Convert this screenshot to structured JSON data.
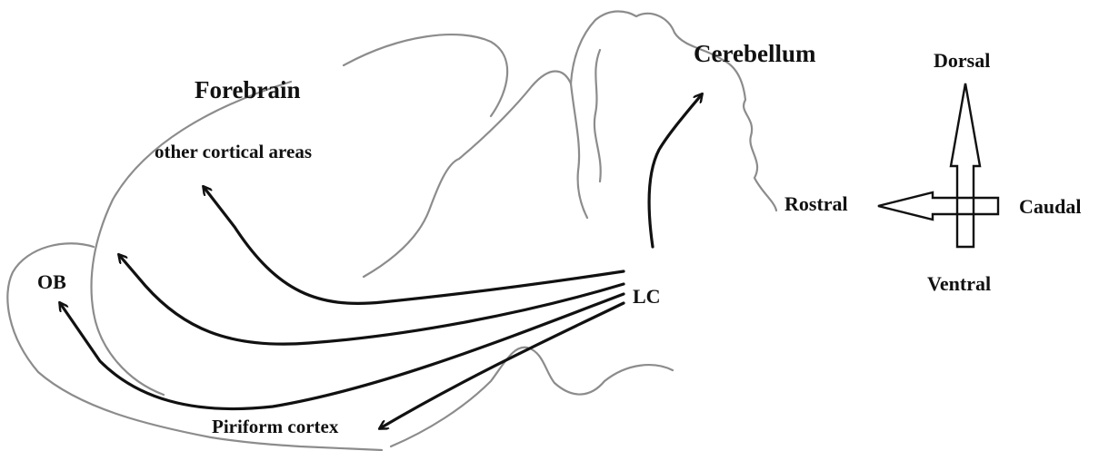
{
  "labels": {
    "forebrain": "Forebrain",
    "other_cortical": "other cortical areas",
    "cerebellum": "Cerebellum",
    "ob": "OB",
    "lc": "LC",
    "piriform": "Piriform cortex"
  },
  "orientation": {
    "dorsal": "Dorsal",
    "ventral": "Ventral",
    "rostral": "Rostral",
    "caudal": "Caudal"
  },
  "colors": {
    "outline": "#8c8c8c",
    "projection": "#111111",
    "text": "#111111"
  }
}
